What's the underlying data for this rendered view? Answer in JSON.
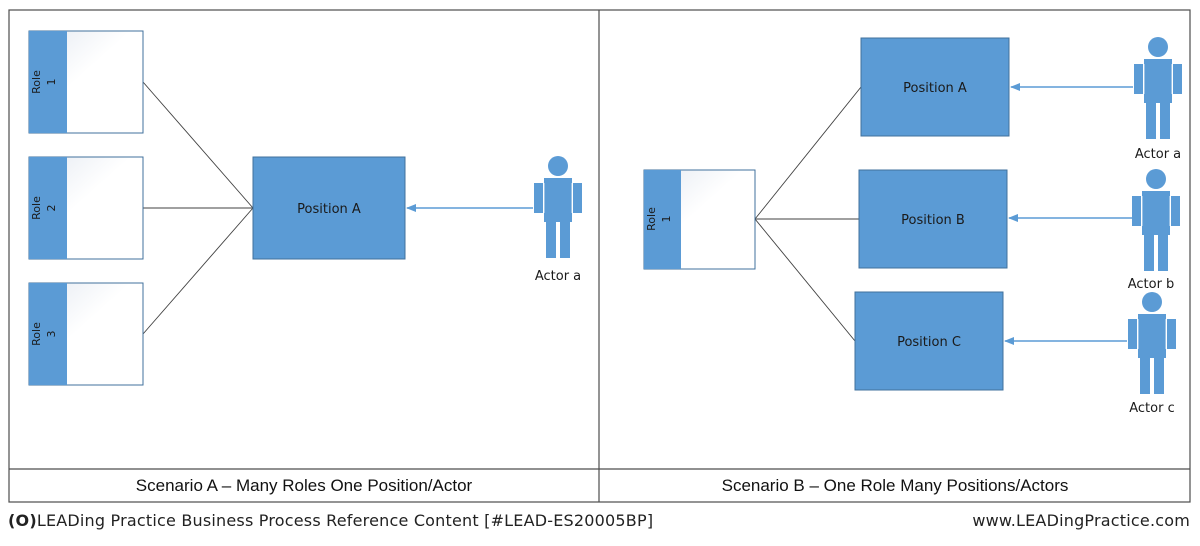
{
  "scenario_a": {
    "caption": "Scenario A – Many Roles One Position/Actor",
    "roles": [
      {
        "word": "Role",
        "num": "1"
      },
      {
        "word": "Role",
        "num": "2"
      },
      {
        "word": "Role",
        "num": "3"
      }
    ],
    "position": "Position A",
    "actor": "Actor a"
  },
  "scenario_b": {
    "caption": "Scenario B – One Role Many Positions/Actors",
    "role": {
      "word": "Role",
      "num": "1"
    },
    "positions": [
      "Position A",
      "Position B",
      "Position C"
    ],
    "actors": [
      "Actor a",
      "Actor b",
      "Actor c"
    ]
  },
  "footer": {
    "logo": "(O)",
    "left_text": "LEADing Practice Business Process Reference Content [#LEAD-ES20005BP]",
    "right_text": "www.LEADingPractice.com"
  },
  "colors": {
    "box_fill": "#5b9bd5",
    "box_stroke": "#41719c",
    "connector": "#404040",
    "arrow": "#5b9bd5"
  }
}
